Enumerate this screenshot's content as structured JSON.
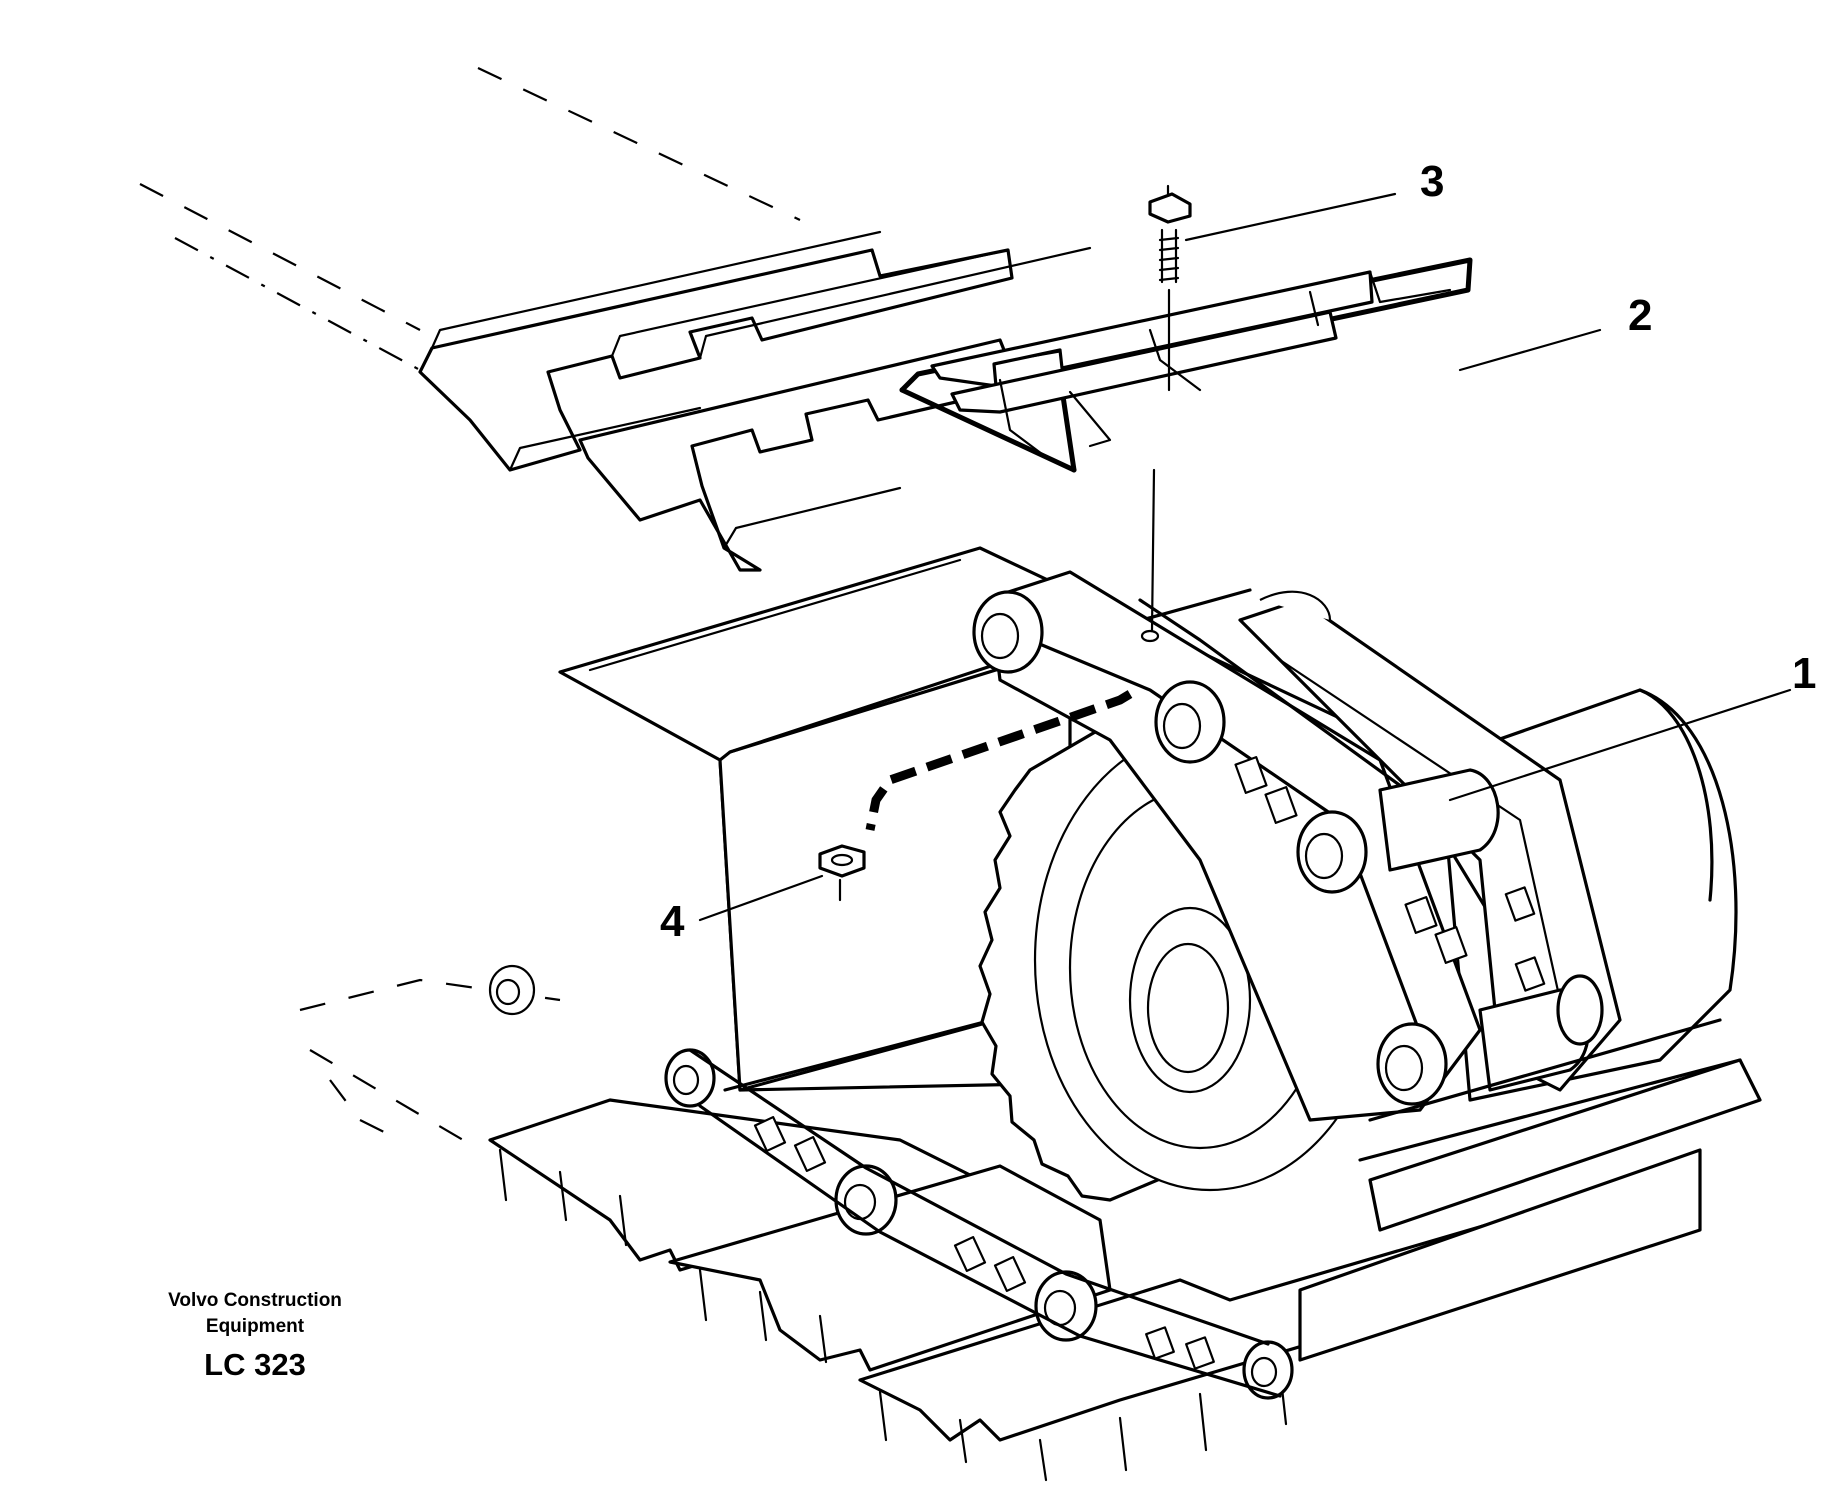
{
  "drawing": {
    "subject": "Crawler track assembly with sprocket, track chain and track shoe",
    "callouts": [
      {
        "id": "1",
        "label": "1"
      },
      {
        "id": "2",
        "label": "2"
      },
      {
        "id": "3",
        "label": "3"
      },
      {
        "id": "4",
        "label": "4"
      }
    ]
  },
  "credit": {
    "company_line_1": "Volvo Construction",
    "company_line_2": "Equipment",
    "code": "LC 323"
  },
  "colors": {
    "ink": "#000000",
    "paper": "#ffffff"
  }
}
